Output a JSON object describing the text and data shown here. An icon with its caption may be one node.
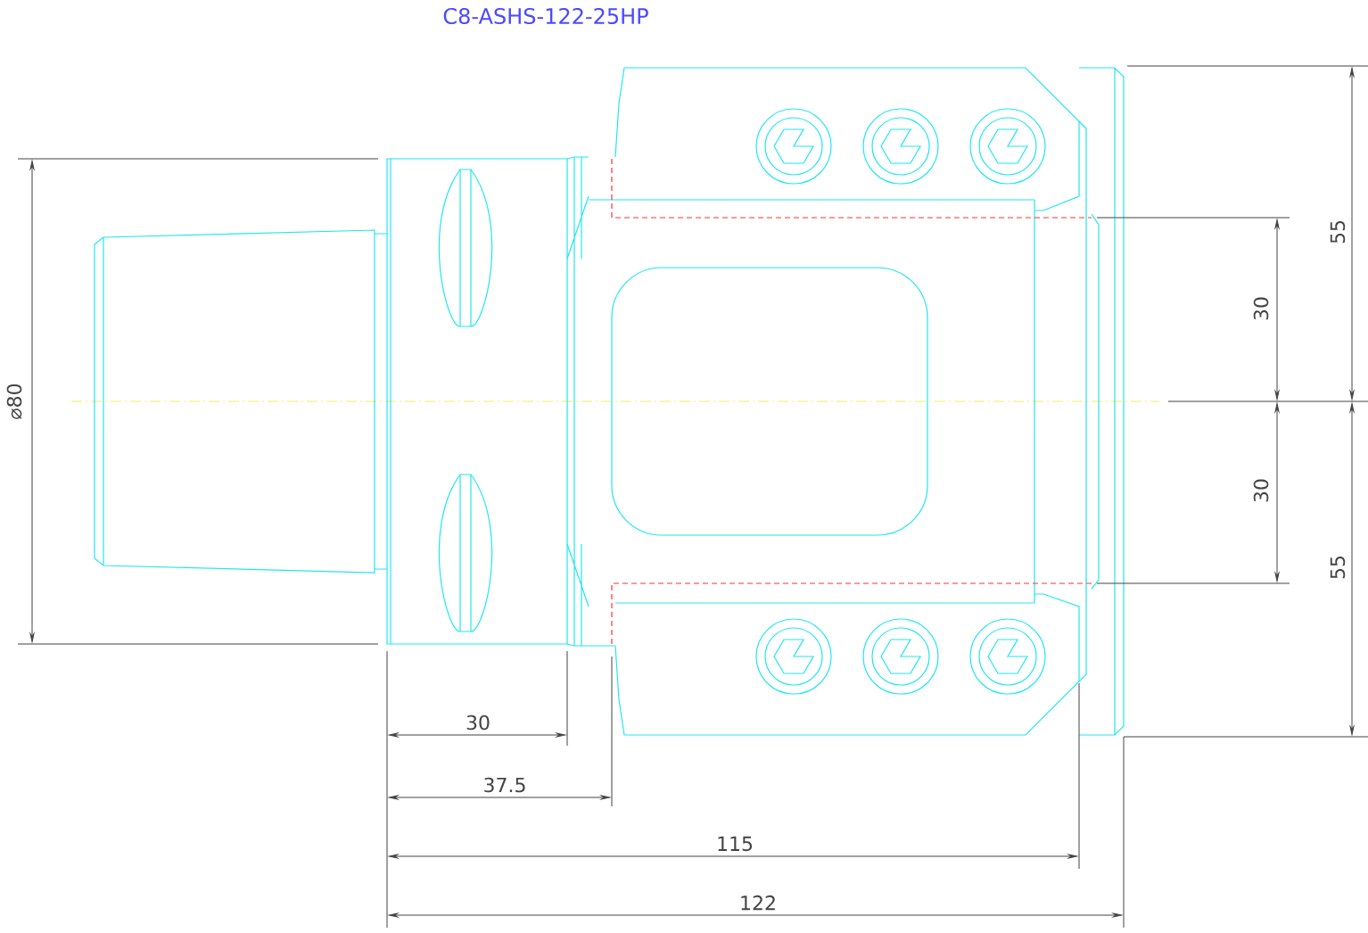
{
  "diagram": {
    "title": "C8-ASHS-122-25HP",
    "labels": [
      "⌀80",
      "55",
      "30",
      "30",
      "55",
      "30",
      "37.5",
      "115",
      "122"
    ]
  }
}
